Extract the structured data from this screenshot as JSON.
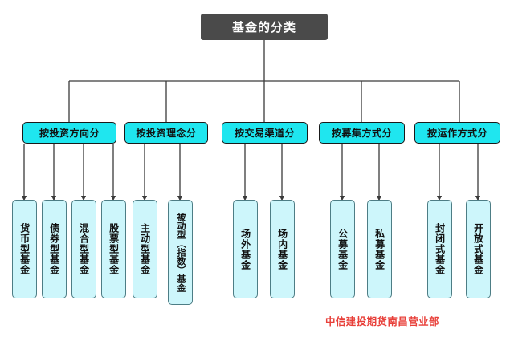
{
  "diagram": {
    "title": "基金的分类",
    "footer": "中信建投期货南昌营业部",
    "colors": {
      "root_fill": "#4a4a4a",
      "root_text": "#ffffff",
      "category_fill": "#1fe6ef",
      "leaf_fill": "#cdf6fb",
      "border": "#1a1a1a",
      "footer_text": "#e8403a",
      "connector": "#3a3a3a"
    },
    "categories": [
      {
        "label": "按投资方向分",
        "leaves": [
          "货币型基金",
          "债券型基金",
          "混合型基金",
          "股票型基金"
        ]
      },
      {
        "label": "按投资理念分",
        "leaves": [
          "主动型基金",
          "被动型（指数）基金"
        ]
      },
      {
        "label": "按交易渠道分",
        "leaves": [
          "场外基金",
          "场内基金"
        ]
      },
      {
        "label": "按募集方式分",
        "leaves": [
          "公募基金",
          "私募基金"
        ]
      },
      {
        "label": "按运作方式分",
        "leaves": [
          "封闭式基金",
          "开放式基金"
        ]
      }
    ]
  }
}
